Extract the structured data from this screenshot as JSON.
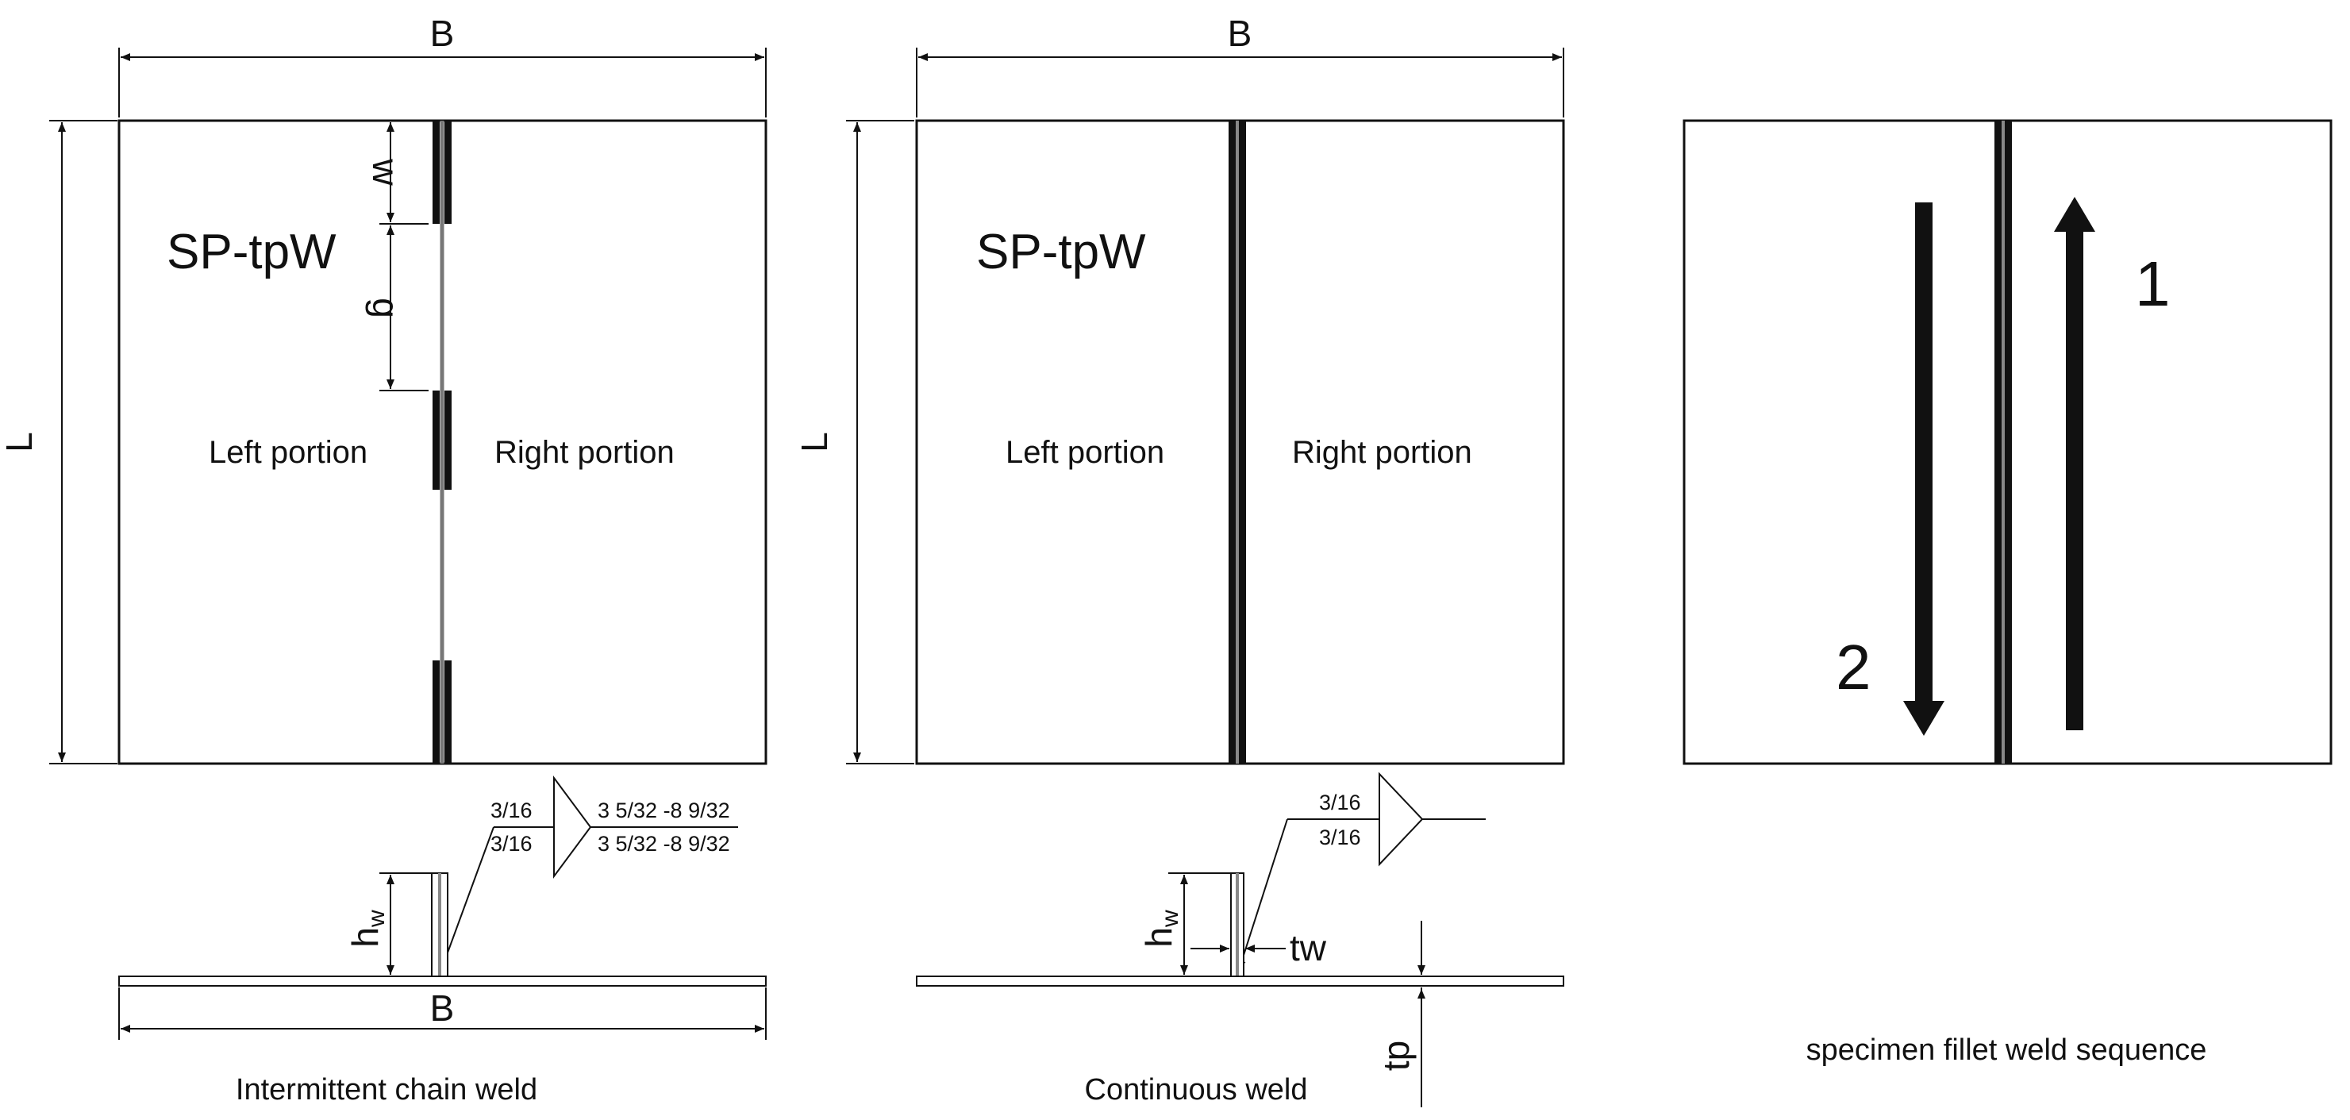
{
  "colors": {
    "ink": "#111111",
    "plate": "#ffffff",
    "weld": "#111111",
    "edge": "#777777"
  },
  "icons": {
    "arrow": "arrowhead",
    "weld_symbol": "fillet-weld-triangle"
  },
  "panel1": {
    "dim_width": "B",
    "dim_length": "L",
    "dim_weld_length": "w",
    "dim_gap": "g",
    "specimen_id": "SP-tpW",
    "left_label": "Left portion",
    "right_label": "Right portion",
    "symbol_size_top": "3/16",
    "symbol_size_bottom": "3/16",
    "symbol_spec_top": "3 5/32 -8 9/32",
    "symbol_spec_bottom": "3 5/32 -8 9/32",
    "section_height_main": "h",
    "section_height_sub": "w",
    "section_width": "B",
    "caption": "Intermittent chain weld"
  },
  "panel2": {
    "dim_width": "B",
    "dim_length": "L",
    "specimen_id": "SP-tpW",
    "left_label": "Left portion",
    "right_label": "Right portion",
    "symbol_size_top": "3/16",
    "symbol_size_bottom": "3/16",
    "section_height_main": "h",
    "section_height_sub": "w",
    "web_thickness": "tw",
    "plate_thickness": "tp",
    "caption": "Continuous weld"
  },
  "panel3": {
    "step_up": "1",
    "step_down": "2",
    "caption": "specimen fillet weld sequence"
  }
}
